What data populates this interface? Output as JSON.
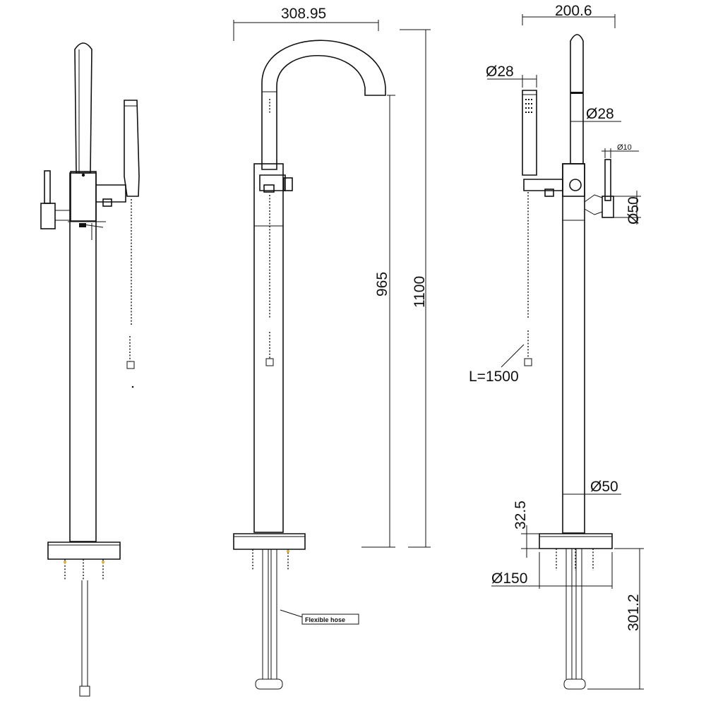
{
  "drawing": {
    "views": [
      "front",
      "side",
      "rear"
    ],
    "dimensions": {
      "spout_reach": "308.95",
      "overall_height": "1100",
      "spout_height": "965",
      "handle_depth": "200.6",
      "handshower_dia": "Ø28",
      "riser_top_dia": "Ø28",
      "lever_dia": "Ø10",
      "body_dia": "Ø50",
      "column_dia": "Ø50",
      "base_height": "32.5",
      "base_dia": "Ø150",
      "below_floor": "301.2",
      "hose_length": "L=1500"
    },
    "annotations": {
      "flexible_hose": "Flexible hose"
    }
  }
}
